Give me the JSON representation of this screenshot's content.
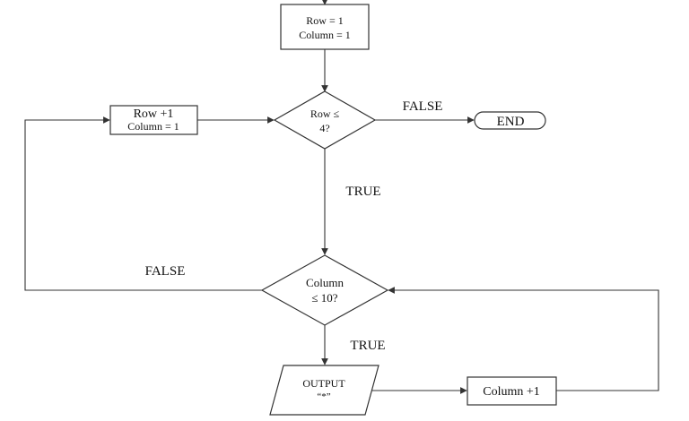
{
  "init_box": {
    "line1": "Row = 1",
    "line2": "Column = 1"
  },
  "row_check": {
    "line1": "Row ≤",
    "line2": "4?"
  },
  "row_false_label": "FALSE",
  "end_label": "END",
  "row_increment": {
    "line1": "Row +1",
    "line2": "Column = 1"
  },
  "row_true_label": "TRUE",
  "column_check": {
    "line1": "Column",
    "line2": "≤ 10?"
  },
  "column_false_label": "FALSE",
  "column_true_label": "TRUE",
  "output_box": {
    "line1": "OUTPUT",
    "line2": "“*”"
  },
  "column_increment": "Column +1"
}
